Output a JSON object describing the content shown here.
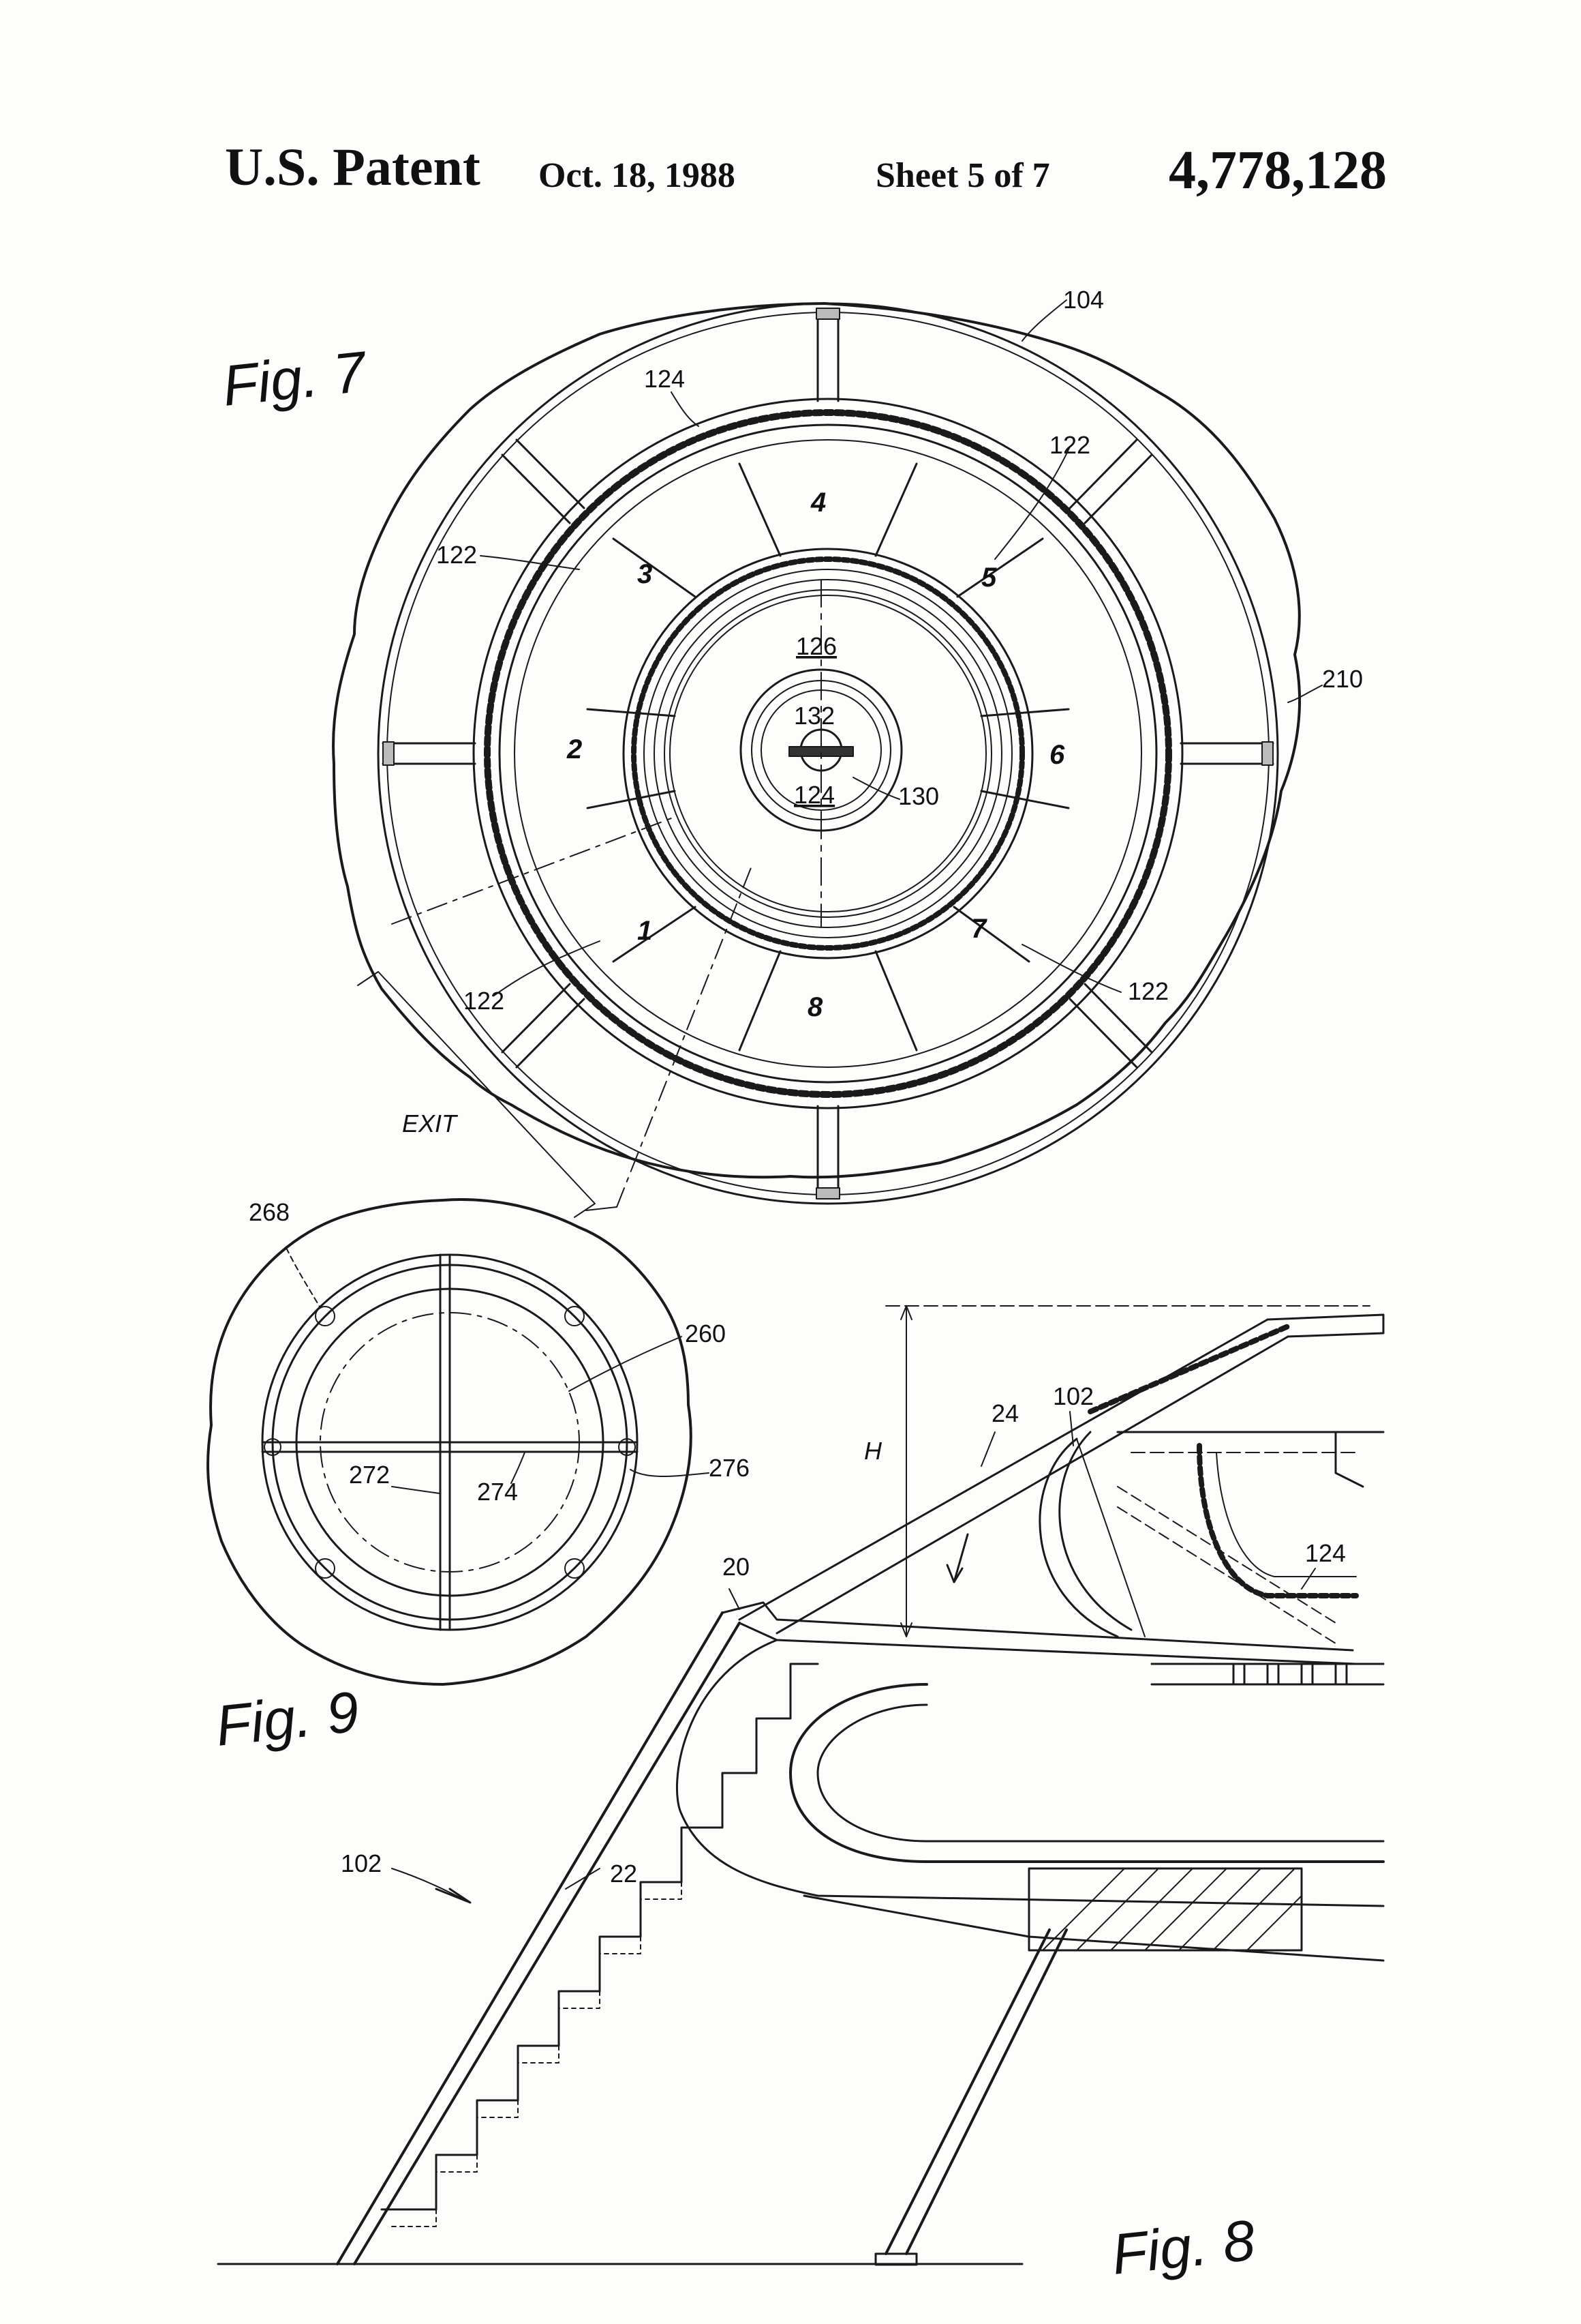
{
  "header": {
    "left": "U.S. Patent",
    "date": "Oct. 18, 1988",
    "sheet": "Sheet 5 of 7",
    "patent_number": "4,778,128"
  },
  "fig7": {
    "caption": "Fig. 7",
    "refs": {
      "r104": "104",
      "r124_top": "124",
      "r122_upper_right": "122",
      "r122_left": "122",
      "r210": "210",
      "r126": "126",
      "r132": "132",
      "r124_center": "124",
      "r130": "130",
      "r122_lower_left": "122",
      "r122_lower_right": "122",
      "exit": "EXIT"
    },
    "segments": [
      "1",
      "2",
      "3",
      "4",
      "5",
      "6",
      "7",
      "8"
    ]
  },
  "fig9": {
    "caption": "Fig. 9",
    "refs": {
      "r268": "268",
      "r260": "260",
      "r272": "272",
      "r274": "274",
      "r276": "276"
    }
  },
  "fig8": {
    "caption": "Fig. 8",
    "refs": {
      "r20": "20",
      "r22": "22",
      "r24": "24",
      "r102_top": "102",
      "r102_left": "102",
      "r124": "124",
      "rH": "H"
    }
  }
}
